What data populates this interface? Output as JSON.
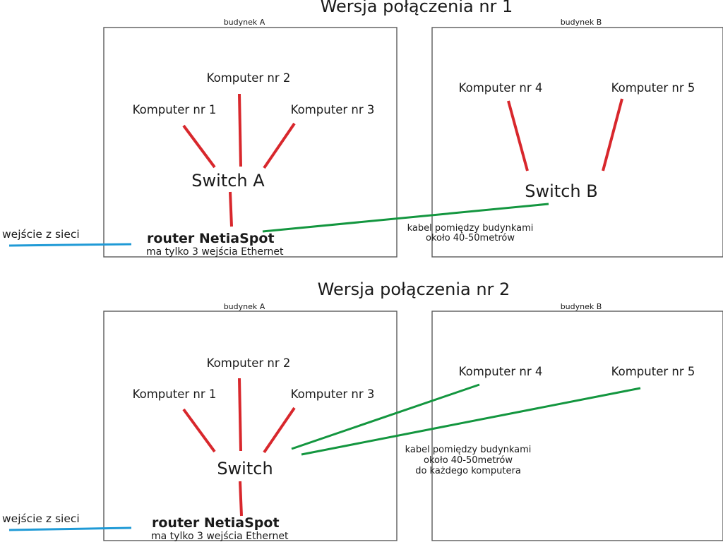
{
  "colors": {
    "link_red": "#d8272c",
    "cable_green": "#13963f",
    "internet_blue": "#1f9ad6",
    "box_border": "#5a5a5a"
  },
  "version1": {
    "title": "Wersja połączenia nr 1",
    "building_a": "budynek A",
    "building_b": "budynek B",
    "computer1": "Komputer nr 1",
    "computer2": "Komputer nr 2",
    "computer3": "Komputer nr 3",
    "computer4": "Komputer nr 4",
    "computer5": "Komputer nr 5",
    "switch_a": "Switch A",
    "switch_b": "Switch B",
    "router": "router NetiaSpot",
    "router_note": "ma tylko 3 wejścia Ethernet",
    "internet": "wejście z sieci",
    "cable_line1": "kabel pomiędzy budynkami",
    "cable_line2": "około 40-50metrów"
  },
  "version2": {
    "title": "Wersja połączenia nr 2",
    "building_a": "budynek A",
    "building_b": "budynek B",
    "computer1": "Komputer nr 1",
    "computer2": "Komputer nr 2",
    "computer3": "Komputer nr 3",
    "computer4": "Komputer nr 4",
    "computer5": "Komputer nr 5",
    "switch": "Switch",
    "router": "router NetiaSpot",
    "router_note": "ma tylko 3 wejścia Ethernet",
    "internet": "wejście z sieci",
    "cable_line1": "kabel pomiędzy budynkami",
    "cable_line2": "około 40-50metrów",
    "cable_line3": "do każdego komputera"
  }
}
